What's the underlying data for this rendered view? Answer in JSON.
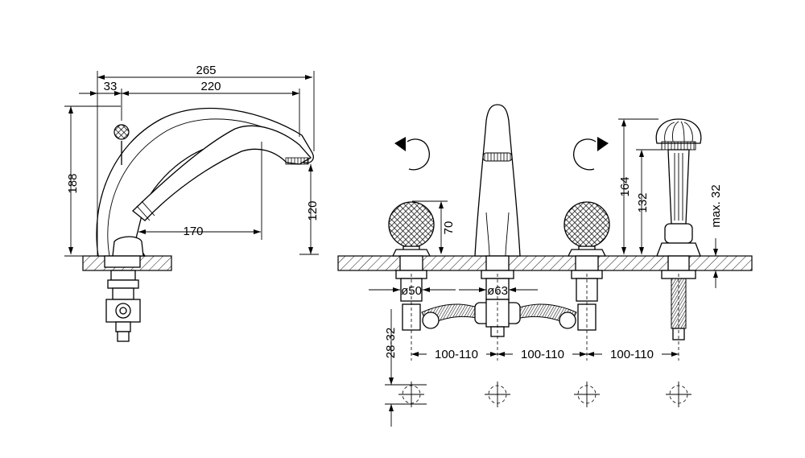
{
  "dimensions": {
    "overall_length": "265",
    "spout_length": "220",
    "handle_offset": "33",
    "height": "188",
    "handshower_reach": "170",
    "outlet_height": "120",
    "handle_height": "70",
    "handle_diameter": "ø50",
    "spout_diameter": "ø63",
    "spout_height": "164",
    "shower_height": "132",
    "deck_thickness": "max. 32",
    "hole_offset": "28-32",
    "spacing_1": "100-110",
    "spacing_2": "100-110",
    "spacing_3": "100-110"
  }
}
